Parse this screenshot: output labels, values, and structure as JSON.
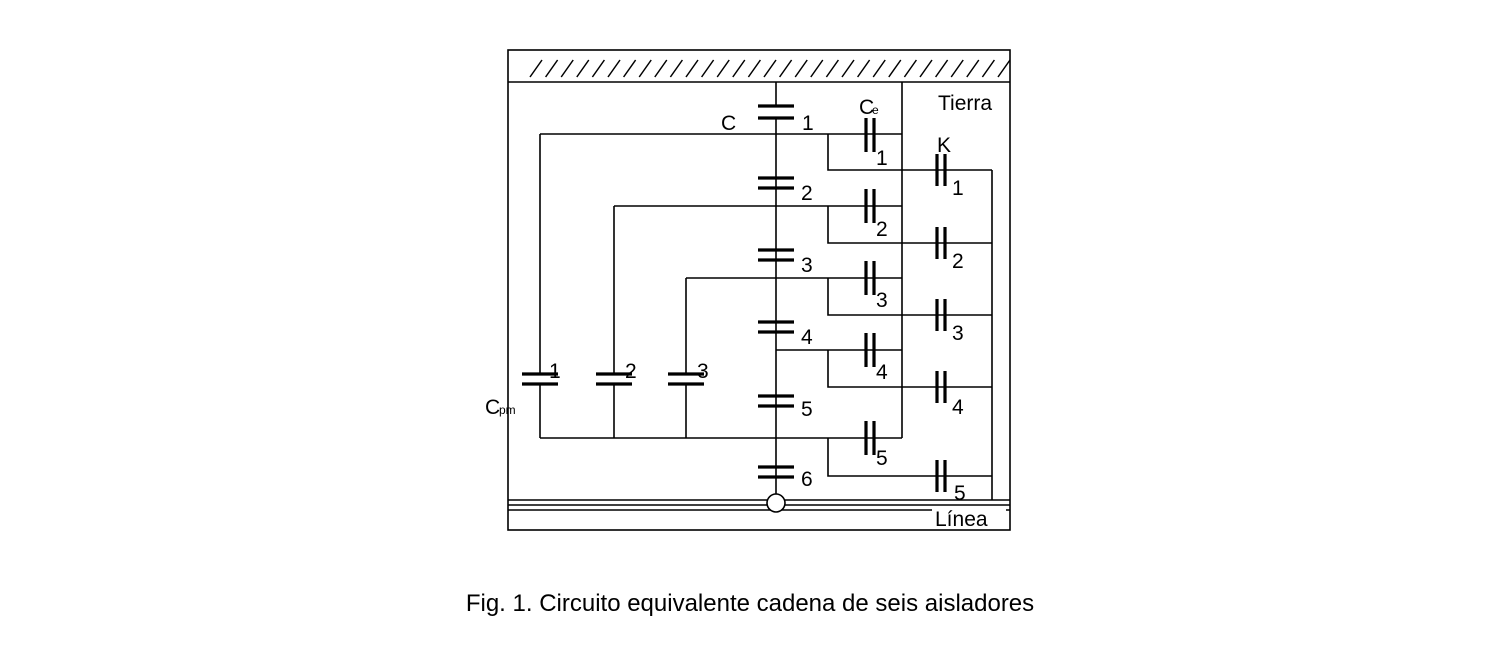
{
  "labels": {
    "tierra": "Tierra",
    "linea": "Línea",
    "c_main": "C",
    "c_e_letter": "C",
    "c_e_sub": "e",
    "k_letter": "K",
    "c_pm_letter": "C",
    "c_pm_sub": "pm"
  },
  "series_caps": [
    "1",
    "2",
    "3",
    "4",
    "5",
    "6"
  ],
  "ground_caps": [
    "1",
    "2",
    "3",
    "4",
    "5"
  ],
  "k_caps": [
    "1",
    "2",
    "3",
    "4",
    "5"
  ],
  "pin_caps": [
    "1",
    "2",
    "3"
  ],
  "caption": "Fig. 1. Circuito equivalente cadena de seis aisladores"
}
